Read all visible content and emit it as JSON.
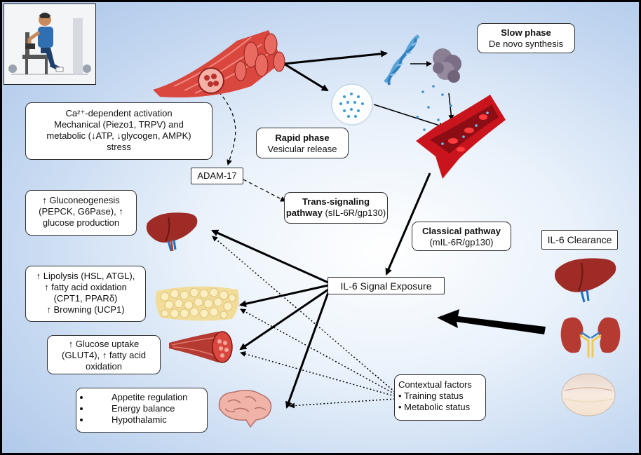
{
  "slow_phase": {
    "title": "Slow phase",
    "text": "De novo synthesis"
  },
  "rapid_phase": {
    "title": "Rapid phase",
    "text": "Vesicular release"
  },
  "activation": {
    "line1": "Ca²⁺-dependent activation",
    "line2": "Mechanical (Piezo1, TRPV) and",
    "line3": "metabolic (↓ATP, ↓glycogen, AMPK)",
    "line4": "stress"
  },
  "adam17": "ADAM-17",
  "trans_signaling": {
    "title_line1": "Trans-signaling",
    "title_line2": "pathway",
    "detail": "(sIL-6R/gp130)"
  },
  "classical": {
    "title": "Classical pathway",
    "detail": "(mIL-6R/gp130)"
  },
  "il6_exposure": "IL-6 Signal Exposure",
  "il6_clearance": "IL-6 Clearance",
  "liver_effects": {
    "line1": "↑ Gluconeogenesis",
    "line2": "(PEPCK, G6Pase), ↑",
    "line3": "glucose production"
  },
  "adipose_effects": {
    "line1": "↑ Lipolysis (HSL, ATGL),",
    "line2": "↑ fatty acid oxidation",
    "line3": "(CPT1, PPARδ)",
    "line4": "↑ Browning (UCP1)"
  },
  "muscle_effects": {
    "line1": "↑ Glucose uptake",
    "line2": "(GLUT4), ↑ fatty acid",
    "line3": "oxidation"
  },
  "brain_effects": [
    "Appetite regulation",
    "Energy balance",
    "Hypothalamic"
  ],
  "contextual": {
    "title": "Contextual factors",
    "items": [
      "Training status",
      "Metabolic status"
    ]
  },
  "colors": {
    "vessel": "#c9141d",
    "muscle": "#d9473f",
    "liver": "#9e2b25",
    "kidney": "#b53a32",
    "dna": "#5aa6d6",
    "protein": "#8a7f92",
    "fat": "#f2dc9a",
    "background": "#bfd4ef"
  }
}
